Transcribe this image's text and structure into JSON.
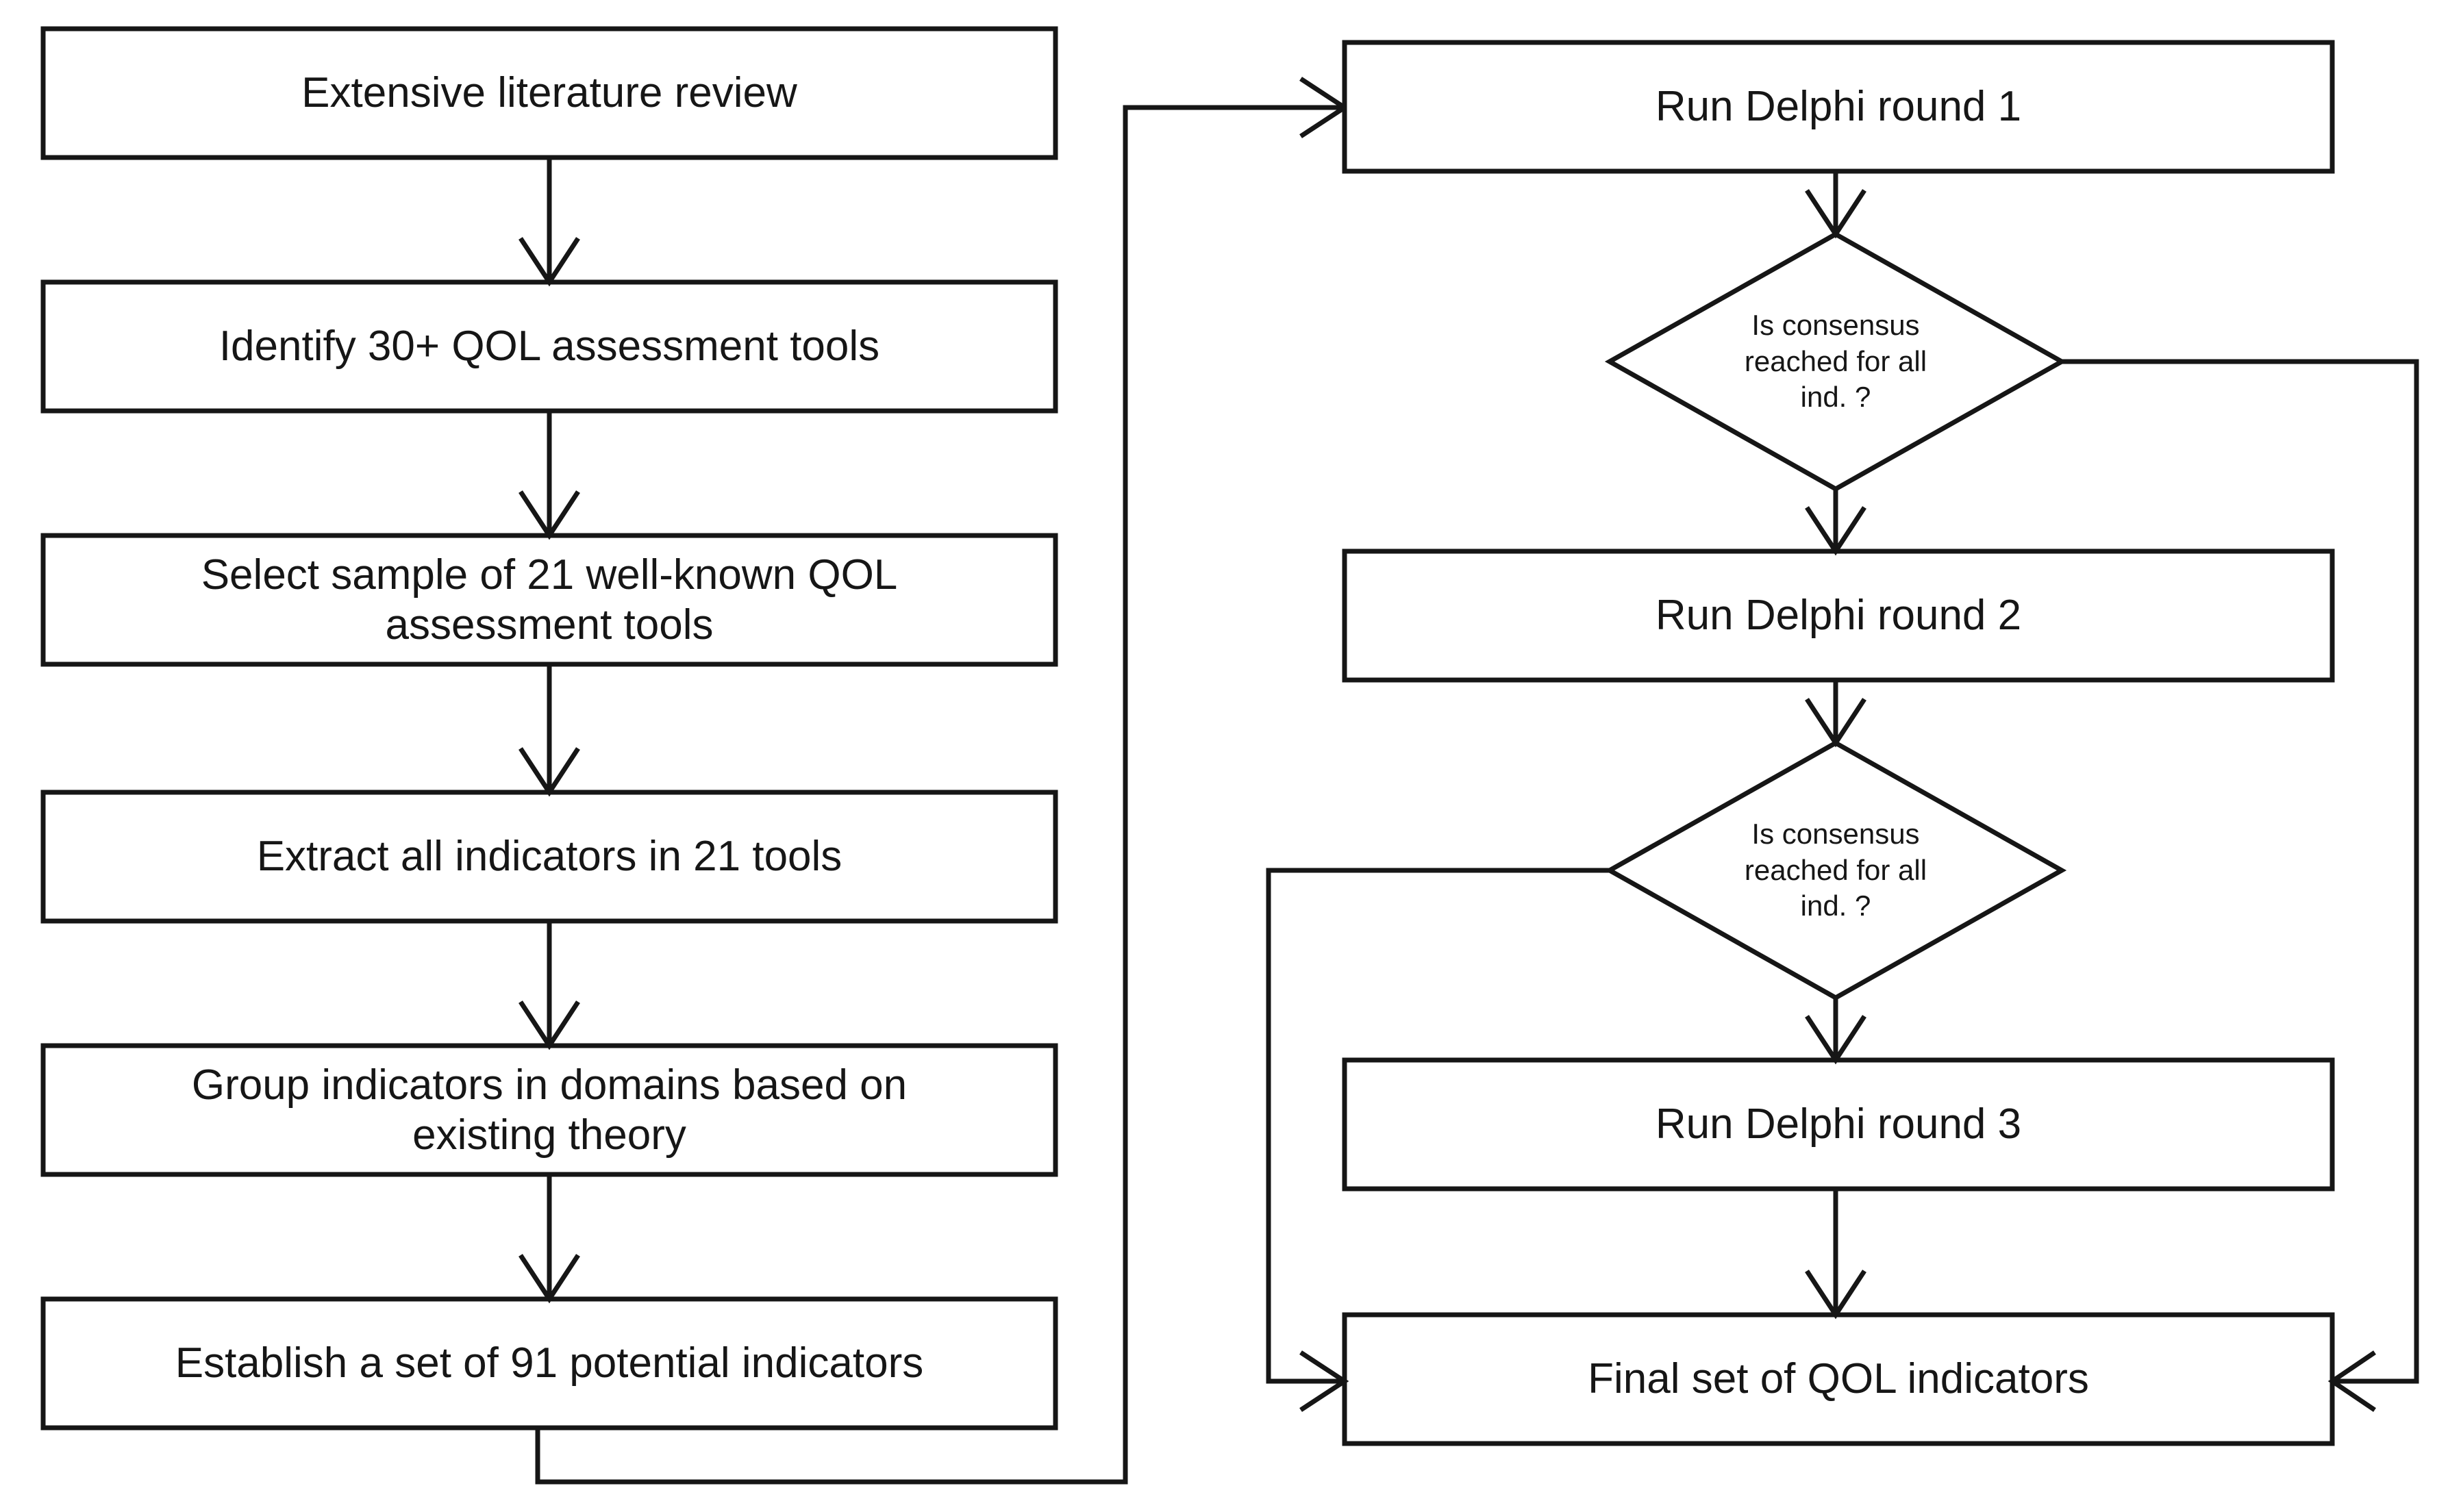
{
  "diagram": {
    "type": "flowchart",
    "title": "QOL indicator development and Delphi consensus process",
    "orientation": "two-column, left column top-to-bottom then right column top-to-bottom",
    "stroke_color": "#161616",
    "fill_color": "#ffffff",
    "background_color": "#ffffff"
  },
  "nodes": {
    "left_column": [
      {
        "id": "n1",
        "shape": "rectangle",
        "label": "Extensive literature review"
      },
      {
        "id": "n2",
        "shape": "rectangle",
        "label": "Identify 30+ QOL assessment tools"
      },
      {
        "id": "n3",
        "shape": "rectangle",
        "label": "Select sample of 21 well-known QOL\nassessment tools"
      },
      {
        "id": "n4",
        "shape": "rectangle",
        "label": "Extract all indicators in 21 tools"
      },
      {
        "id": "n5",
        "shape": "rectangle",
        "label": "Group indicators in domains based on\nexisting theory"
      },
      {
        "id": "n6",
        "shape": "rectangle",
        "label": "Establish a set of 91 potential indicators"
      }
    ],
    "right_column": [
      {
        "id": "n7",
        "shape": "rectangle",
        "label": "Run Delphi round 1"
      },
      {
        "id": "d1",
        "shape": "diamond",
        "label": "Is consensus\nreached  for all\nind. ?"
      },
      {
        "id": "n8",
        "shape": "rectangle",
        "label": "Run Delphi round 2"
      },
      {
        "id": "d2",
        "shape": "diamond",
        "label": "Is consensus\nreached  for all\nind. ?"
      },
      {
        "id": "n9",
        "shape": "rectangle",
        "label": "Run Delphi round 3"
      },
      {
        "id": "n10",
        "shape": "rectangle",
        "label": "Final set of QOL indicators"
      }
    ]
  },
  "edges": [
    {
      "from": "n1",
      "to": "n2",
      "style": "straight-down",
      "arrow": true
    },
    {
      "from": "n2",
      "to": "n3",
      "style": "straight-down",
      "arrow": true
    },
    {
      "from": "n3",
      "to": "n4",
      "style": "straight-down",
      "arrow": true
    },
    {
      "from": "n4",
      "to": "n5",
      "style": "straight-down",
      "arrow": true
    },
    {
      "from": "n5",
      "to": "n6",
      "style": "straight-down",
      "arrow": true
    },
    {
      "from": "n6",
      "to": "n7",
      "style": "elbow-down-right-up",
      "arrow": true
    },
    {
      "from": "n7",
      "to": "d1",
      "style": "straight-down",
      "arrow": true
    },
    {
      "from": "d1",
      "to": "n8",
      "style": "straight-down",
      "arrow": true
    },
    {
      "from": "d1",
      "to": "n10",
      "style": "elbow-right-down-left",
      "arrow": true
    },
    {
      "from": "n8",
      "to": "d2",
      "style": "straight-down",
      "arrow": true
    },
    {
      "from": "d2",
      "to": "n9",
      "style": "straight-down",
      "arrow": true
    },
    {
      "from": "d2",
      "to": "n10",
      "style": "elbow-left-down-right",
      "arrow": true
    },
    {
      "from": "n9",
      "to": "n10",
      "style": "straight-down",
      "arrow": true
    }
  ]
}
